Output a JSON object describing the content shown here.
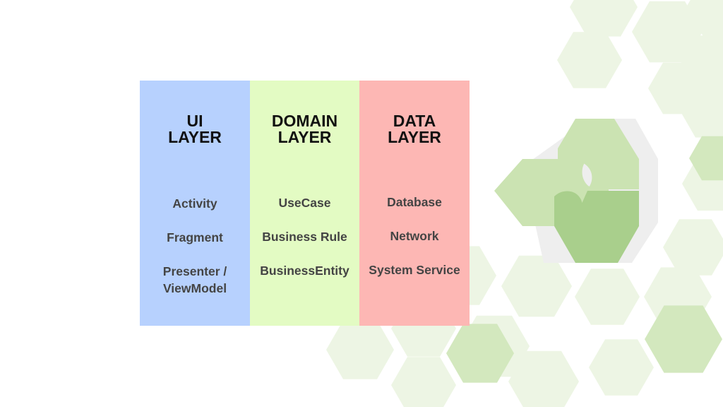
{
  "colors": {
    "ui_layer": "#b7d1fe",
    "domain_layer": "#e3fbc3",
    "data_layer": "#fdb7b4",
    "hex_light": "#edf5e4",
    "hex_mid": "#d3e8be",
    "puzzle_light": "#cbe3b2",
    "puzzle_dark": "#a9cf8c",
    "puzzle_grey": "#eeeeee"
  },
  "icons": [
    "hexagon-pattern-background",
    "hexagon-puzzle-icon"
  ],
  "layers": [
    {
      "title_lines": [
        "UI",
        "LAYER"
      ],
      "items": [
        "Activity",
        "Fragment",
        "Presenter /\nViewModel"
      ]
    },
    {
      "title_lines": [
        "DOMAIN",
        "LAYER"
      ],
      "items": [
        "UseCase",
        "Business Rule",
        "BusinessEntity"
      ]
    },
    {
      "title_lines": [
        "DATA",
        "LAYER"
      ],
      "items": [
        "Database",
        "Network",
        "System Service"
      ]
    }
  ]
}
